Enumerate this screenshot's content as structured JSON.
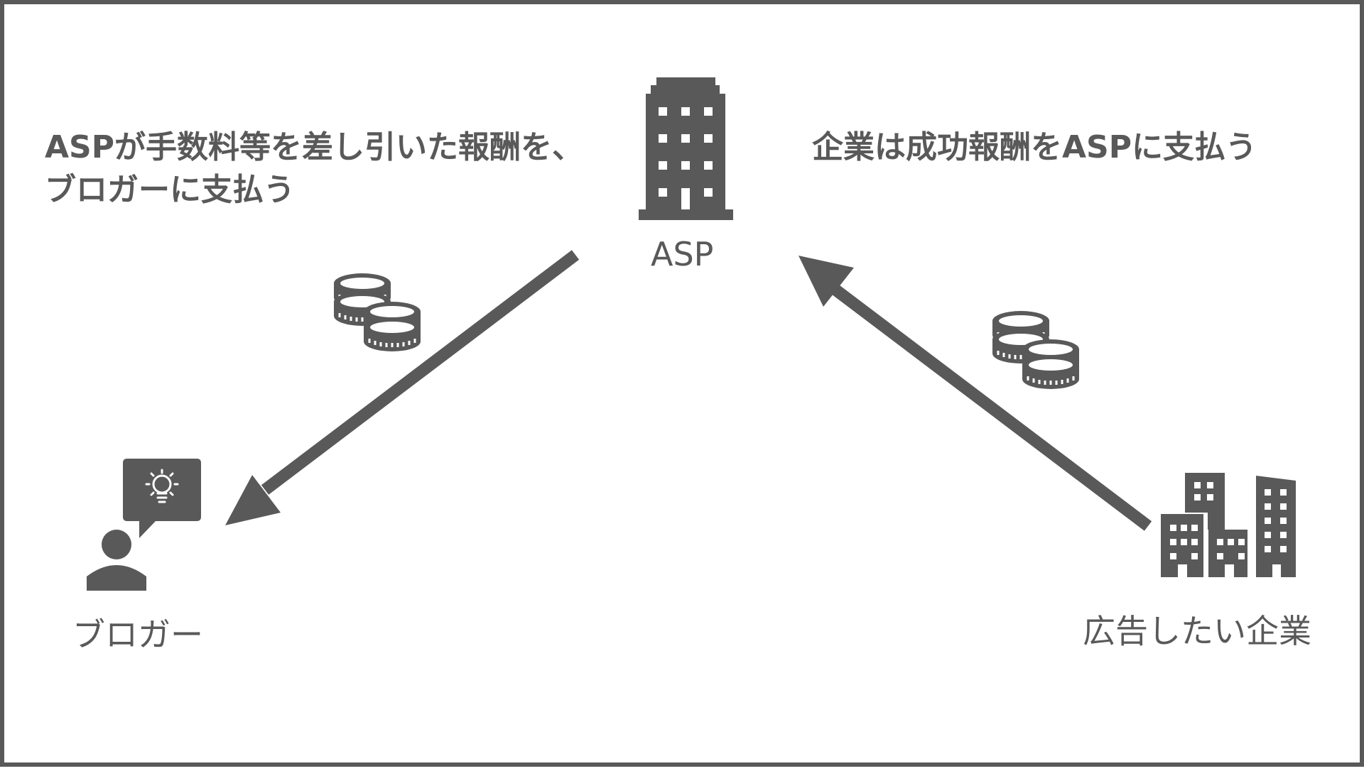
{
  "labels": {
    "asp": "ASP",
    "blogger": "ブロガー",
    "advertiser": "広告したい企業"
  },
  "notes": {
    "asp_to_blogger": {
      "line1": "ASPが手数料等を差し引いた報酬を、",
      "line2": "ブロガーに支払う"
    },
    "company_to_asp": "企業は成功報酬をASPに支払う"
  },
  "icons": {
    "asp": "office-building-icon",
    "blogger": "person-with-idea-bubble-icon",
    "advertiser": "city-buildings-icon",
    "payment_left": "coin-stack-icon",
    "payment_right": "coin-stack-icon"
  },
  "colors": {
    "foreground": "#595959",
    "background": "#ffffff"
  }
}
